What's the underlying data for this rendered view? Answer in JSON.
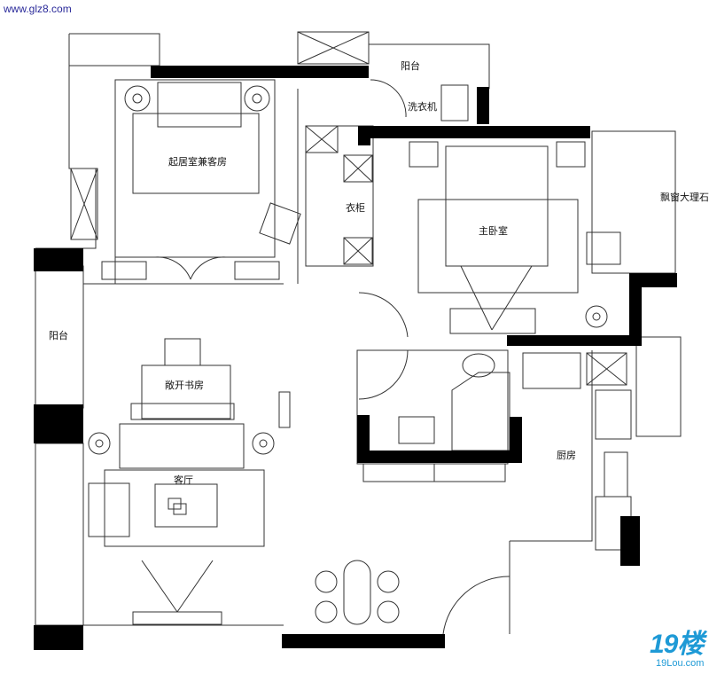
{
  "watermarks": {
    "top_left": "www.glz8.com",
    "logo_text": "19楼",
    "logo_domain": "19Lou.com"
  },
  "rooms": [
    {
      "id": "balcony-top",
      "label": "阳台"
    },
    {
      "id": "washer",
      "label": "洗衣机"
    },
    {
      "id": "living-guest",
      "label": "起居室兼客房"
    },
    {
      "id": "wardrobe",
      "label": "衣柜"
    },
    {
      "id": "master-bedroom",
      "label": "主卧室"
    },
    {
      "id": "bay-window",
      "label": "飘窗大理石"
    },
    {
      "id": "balcony-left",
      "label": "阳台"
    },
    {
      "id": "open-study",
      "label": "敞开书房"
    },
    {
      "id": "living-room",
      "label": "客厅"
    },
    {
      "id": "kitchen",
      "label": "厨房"
    }
  ],
  "colors": {
    "wall": "#000000",
    "line": "#333333",
    "background": "#ffffff"
  }
}
